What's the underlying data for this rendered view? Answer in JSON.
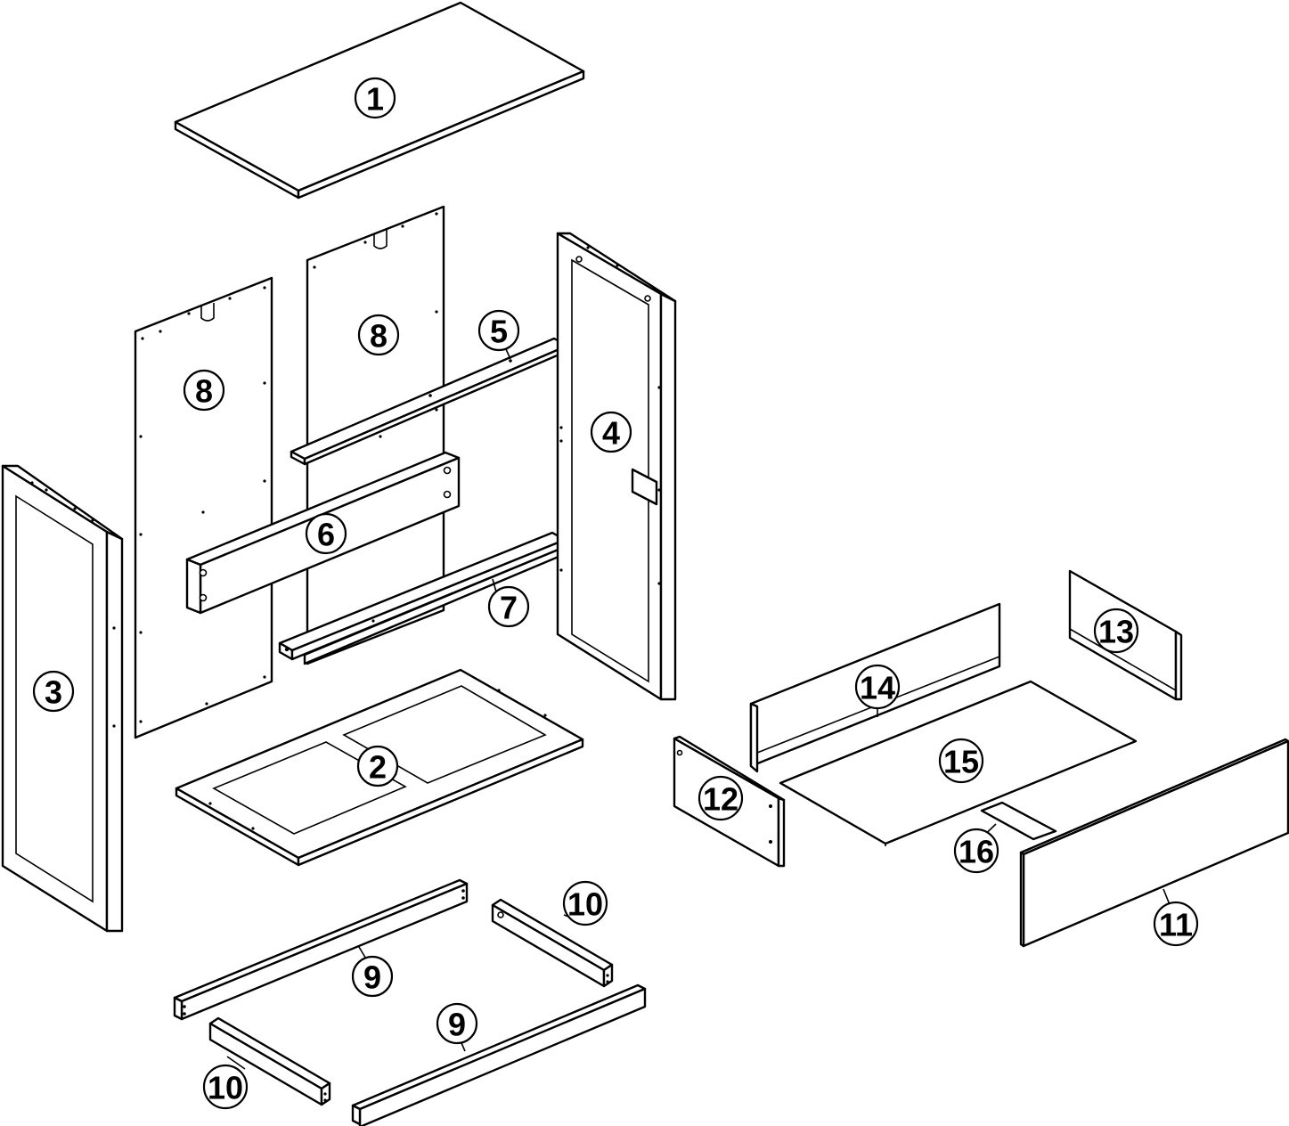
{
  "callouts": {
    "c1": "1",
    "c2": "2",
    "c3": "3",
    "c4": "4",
    "c5": "5",
    "c6": "6",
    "c7": "7",
    "c8a": "8",
    "c8b": "8",
    "c9a": "9",
    "c9b": "9",
    "c10a": "10",
    "c10b": "10",
    "c11": "11",
    "c12": "12",
    "c13": "13",
    "c14": "14",
    "c15": "15",
    "c16": "16"
  },
  "colors": {
    "line": "#000000",
    "background": "#ffffff"
  }
}
